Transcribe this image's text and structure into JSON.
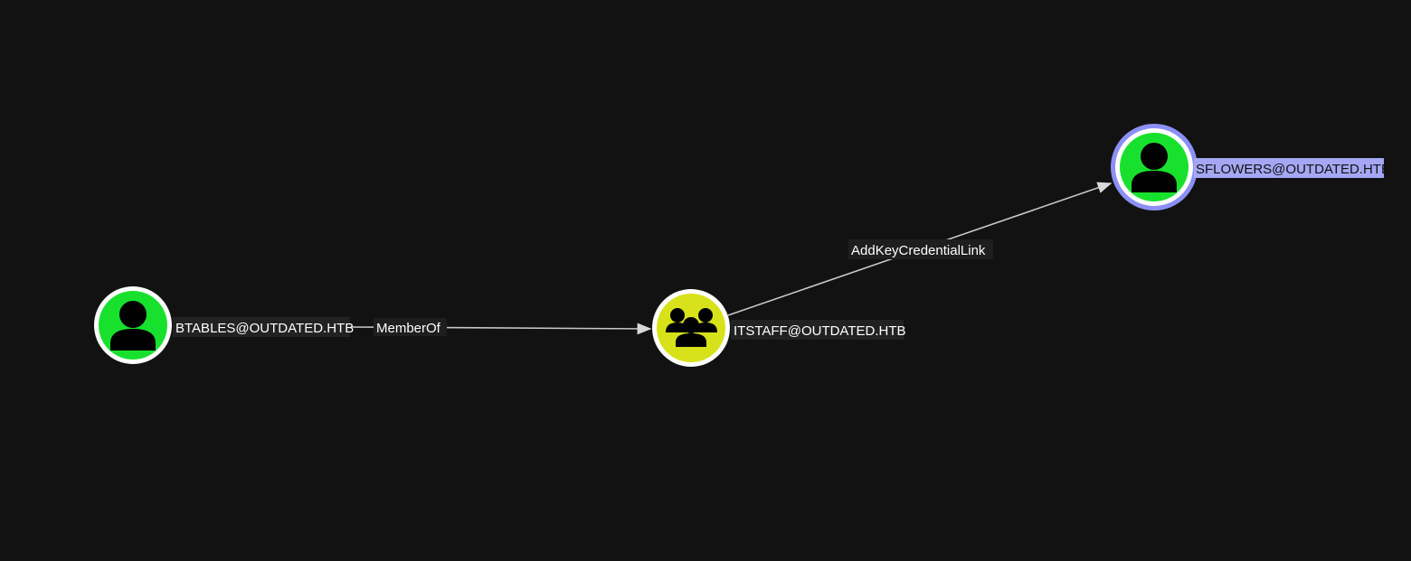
{
  "graph": {
    "nodes": [
      {
        "id": "btables",
        "label": "BTABLES@OUTDATED.HTB",
        "type": "user",
        "fill": "#18e12e",
        "ring": "#ffffff",
        "selected": false
      },
      {
        "id": "itstaff",
        "label": "ITSTAFF@OUTDATED.HTB",
        "type": "group",
        "fill": "#d7e21a",
        "ring": "#ffffff",
        "selected": false
      },
      {
        "id": "sflowers",
        "label": "SFLOWERS@OUTDATED.HTB",
        "type": "user",
        "fill": "#18e12e",
        "ring": "#8c8ff5",
        "selected": true
      }
    ],
    "edges": [
      {
        "from": "btables",
        "to": "itstaff",
        "label": "MemberOf"
      },
      {
        "from": "itstaff",
        "to": "sflowers",
        "label": "AddKeyCredentialLink"
      }
    ]
  },
  "colors": {
    "background": "#121212",
    "edge": "#bdbdbd",
    "selected_label_bg": "#a5a7f5",
    "label_bg": "#222222"
  }
}
